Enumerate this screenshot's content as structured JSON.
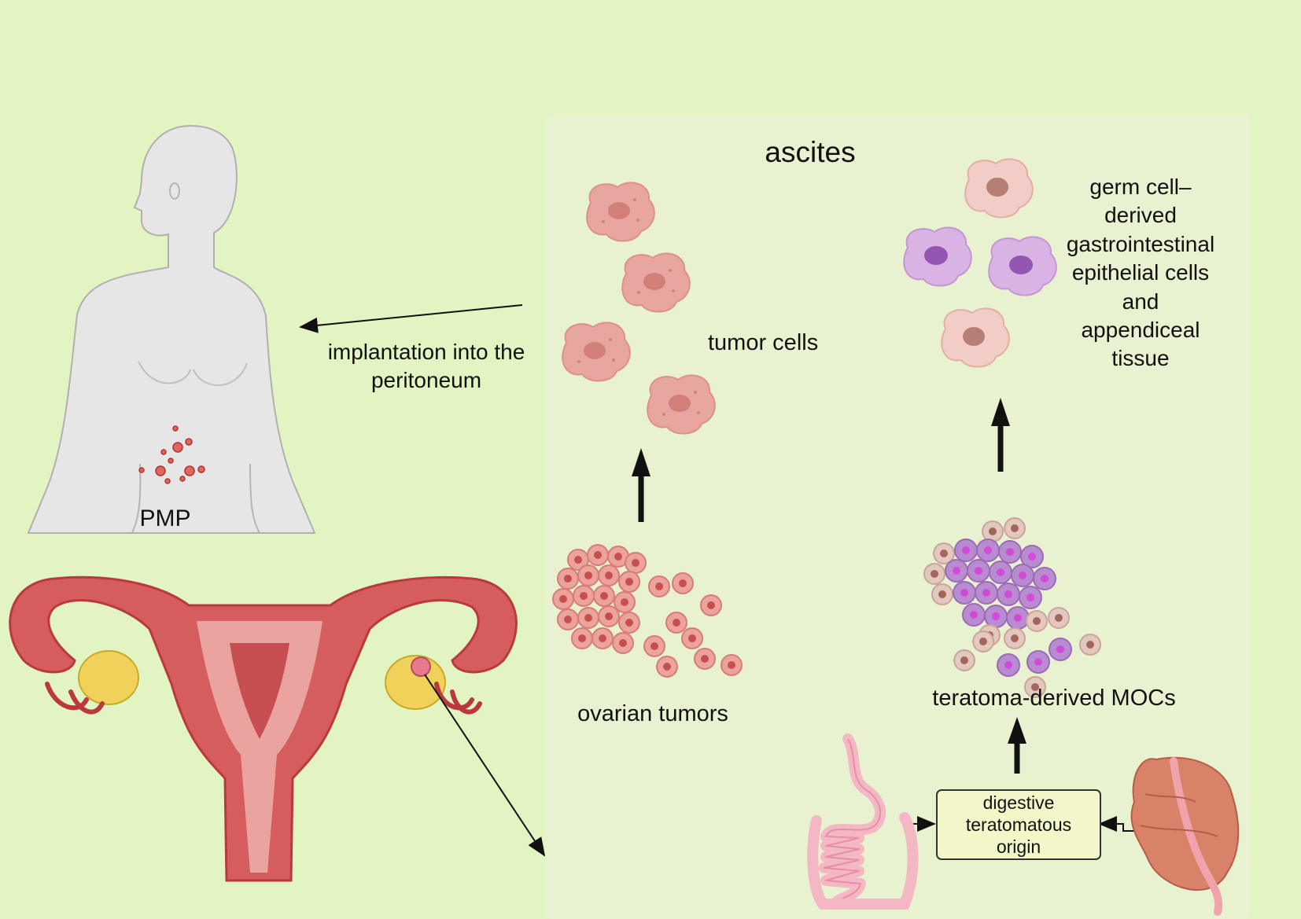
{
  "labels": {
    "ascites": "ascites",
    "tumor_cells": "tumor cells",
    "germ_cell": "germ cell–\nderived\ngastrointestinal\nepithelial cells\nand\nappendiceal\ntissue",
    "implantation": "implantation into the\nperitoneum",
    "pmp": "PMP",
    "ovarian_tumors": "ovarian tumors",
    "teratoma_mocs": "teratoma-derived MOCs",
    "digestive_origin": "digestive\nteratomatous\norigin"
  },
  "colors": {
    "background": "#e2f4c1",
    "panel": "#e8f2d0",
    "body": "#e6e6e6",
    "tumor_cell": "#e7a7a0",
    "tumor_nucleus": "#d27f7a",
    "purple_cell": "#d8b3e4",
    "purple_nucleus": "#9456b2",
    "magenta_nucleus": "#d24ad8",
    "uterus": "#c74e51",
    "uterus_light": "#eba3a0",
    "ovary": "#f0d25a",
    "intestine": "#f4b8c4",
    "appendix": "#d9826a"
  },
  "icons": [
    "human-body-icon",
    "uterus-icon",
    "tumor-cell-icon",
    "cell-cluster-icon",
    "intestine-icon",
    "appendix-icon"
  ]
}
